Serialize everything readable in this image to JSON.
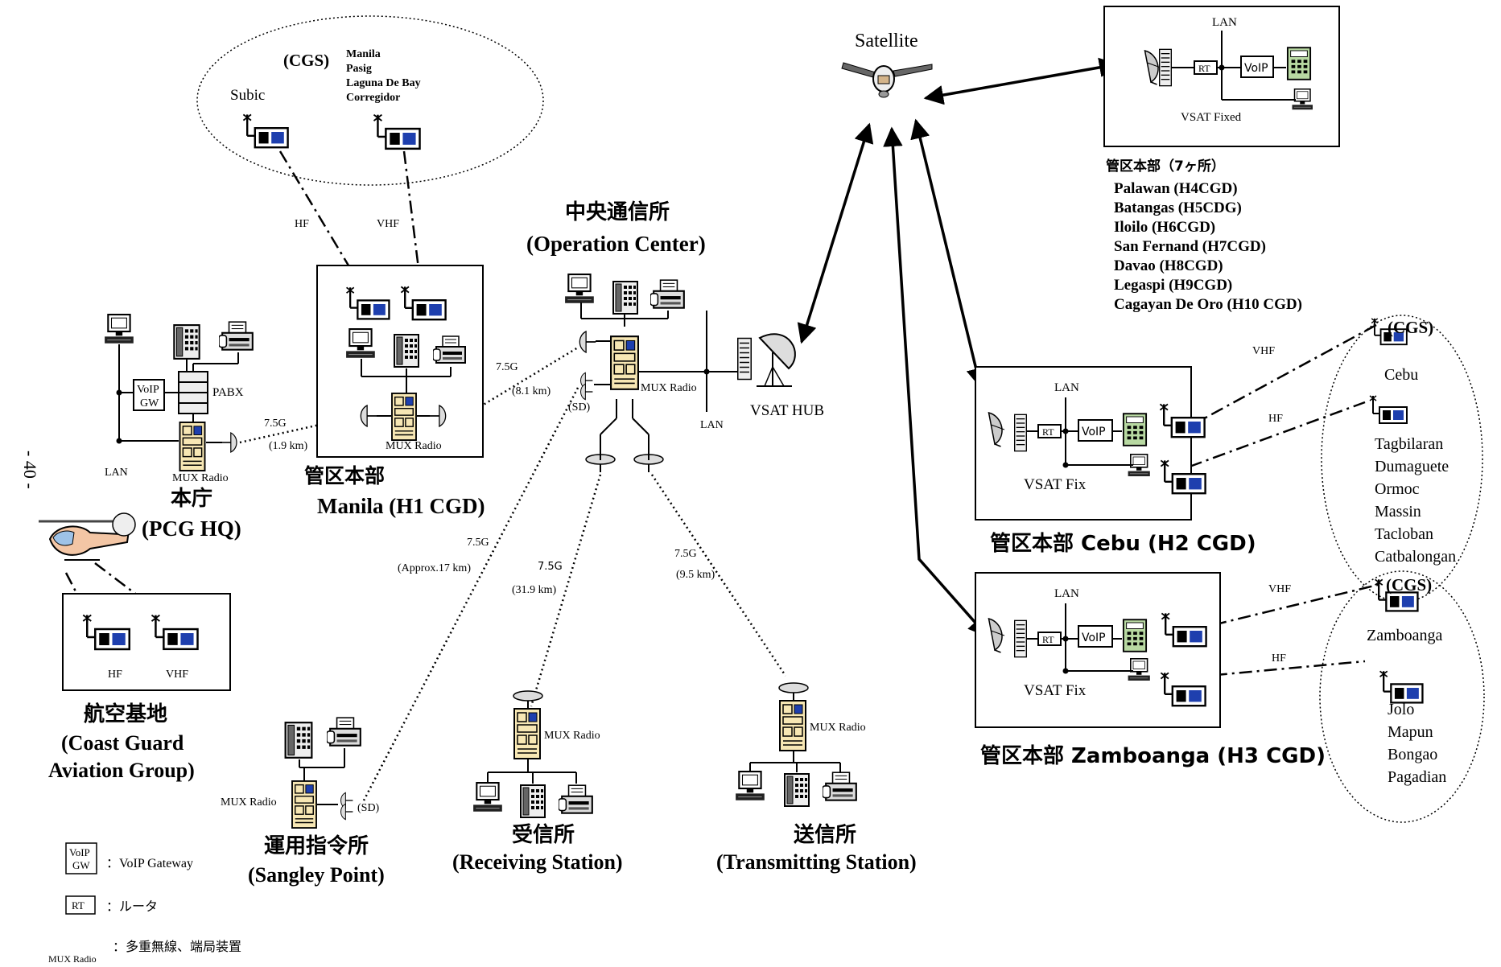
{
  "satellite": {
    "label": "Satellite"
  },
  "ops": {
    "title_jp": "中央通信所",
    "title_en": "(Operation Center)",
    "mux": "MUX Radio",
    "sd": "(SD)",
    "lan": "LAN",
    "hub": "VSAT HUB"
  },
  "hq": {
    "title_jp": "本庁",
    "title_en": "(PCG HQ)",
    "mux": "MUX Radio",
    "lan": "LAN",
    "voip1": "VoIP",
    "voip2": "GW",
    "pabx": "PABX"
  },
  "h1": {
    "title_jp": "管区本部",
    "title_en": "Manila (H1 CGD)",
    "mux": "MUX Radio",
    "hf": "HF",
    "vhf": "VHF"
  },
  "cgs_top": {
    "title": "(CGS)",
    "subic": "Subic",
    "places": [
      "Manila",
      "Pasig",
      "Laguna De Bay",
      "Corregidor"
    ]
  },
  "aviation": {
    "title_jp": "航空基地",
    "title_en1": "(Coast Guard",
    "title_en2": "Aviation Group)",
    "hf": "HF",
    "vhf": "VHF"
  },
  "sangley": {
    "title_jp": "運用指令所",
    "title_en": "(Sangley Point)",
    "mux": "MUX Radio",
    "sd": "(SD)"
  },
  "receiving": {
    "title_jp": "受信所",
    "title_en": "(Receiving Station)",
    "mux": "MUX Radio"
  },
  "transmitting": {
    "title_jp": "送信所",
    "title_en": "(Transmitting Station)",
    "mux": "MUX Radio"
  },
  "links": {
    "hq_h1": {
      "band": "7.5G",
      "dist": "(1.9 km)"
    },
    "h1_ops": {
      "band": "7.5G",
      "dist": "(8.1 km)"
    },
    "sangley": {
      "band": "7.5G",
      "dist": "(Approx.17 km)"
    },
    "receiving": {
      "band": "7.5G",
      "dist": "(31.9 km)"
    },
    "transmitting": {
      "band": "7.5G",
      "dist": "(9.5 km)"
    }
  },
  "regional": {
    "box_lan": "LAN",
    "rt": "RT",
    "voip": "VoIP",
    "vsat_fixed": "VSAT Fixed",
    "heading": "管区本部（7ヶ所）",
    "list": [
      "Palawan (H4CGD)",
      "Batangas (H5CDG)",
      "Iloilo (H6CGD)",
      "San Fernand (H7CGD)",
      "Davao (H8CGD)",
      "Legaspi (H9CGD)",
      "Cagayan De Oro (H10 CGD)"
    ]
  },
  "cebu": {
    "title": "管区本部  Cebu (H2 CGD)",
    "lan": "LAN",
    "rt": "RT",
    "voip": "VoIP",
    "vsat": "VSAT Fix",
    "vhf": "VHF",
    "hf": "HF",
    "cgs": "(CGS)",
    "cgs_city": "Cebu",
    "places": [
      "Tagbilaran",
      "Dumaguete",
      "Ormoc",
      "Massin",
      "Tacloban",
      "Catbalongan"
    ]
  },
  "zamboanga": {
    "title": "管区本部  Zamboanga (H3 CGD)",
    "lan": "LAN",
    "rt": "RT",
    "voip": "VoIP",
    "vsat": "VSAT Fix",
    "vhf": "VHF",
    "hf": "HF",
    "cgs": "(CGS)",
    "cgs_city": "Zamboanga",
    "places": [
      "Jolo",
      "Mapun",
      "Bongao",
      "Pagadian"
    ]
  },
  "legend": {
    "voip_box1": "VoIP",
    "voip_box2": "GW",
    "voip_desc": "：VoIP Gateway",
    "rt_box": "RT",
    "rt_desc": "：ルータ",
    "mux_label": "MUX Radio",
    "mux_desc": "：多重無線、端局装置"
  },
  "page_number": "- 40 -"
}
